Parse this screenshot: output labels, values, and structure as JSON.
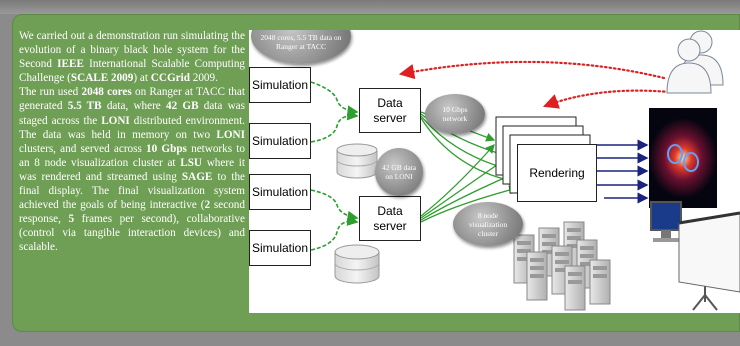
{
  "paragraph1": {
    "p1": "We carried out a demonstration run simulating the evolution of a binary black hole system for the Second ",
    "b1": "IEEE",
    "p2": " International Scalable Computing Challenge (",
    "b2": "SCALE 2009",
    "p3": ") at ",
    "b3": "CCGrid",
    "p4": " 2009."
  },
  "paragraph2": {
    "p1": "The run used ",
    "b1": "2048 cores",
    "p2": " on Ranger at TACC that generated ",
    "b2": "5.5 TB",
    "p3": " data, where ",
    "b3": "42 GB",
    "p4": " data was staged across the ",
    "b4": "LONI",
    "p5": " distributed environment. The data was held in memory on two ",
    "b5": "LONI",
    "p6": " clusters, and served across ",
    "b6": "10 Gbps",
    "p7": " networks to an 8 node visualization cluster at ",
    "b7": "LSU",
    "p8": " where it was rendered and streamed using ",
    "b8": "SAGE",
    "p9": " to the final display. The final visualization system achieved the goals of being interactive (",
    "b9": "2",
    "p10": " second response, ",
    "b10": "5",
    "p11": " frames per second), collaborative (control via tangible interaction devices) and scalable."
  },
  "diagram": {
    "sim1": "Simulation",
    "sim2": "Simulation",
    "sim3": "Simulation",
    "sim4": "Simulation",
    "server1": "Data server",
    "server2": "Data server",
    "rendering": "Rendering",
    "bubble_cores": "2048 cores, 5.5 TB data on Ranger at TACC",
    "bubble_net": "10 Gbps network",
    "bubble_gb": "42 GB data on LONI",
    "bubble_cluster": "8 node visualization cluster"
  },
  "colors": {
    "panel": "#6f9e55",
    "green_arrow": "#2e9e2e",
    "blue_arrow": "#1a237e",
    "red_dots": "#e02020"
  }
}
